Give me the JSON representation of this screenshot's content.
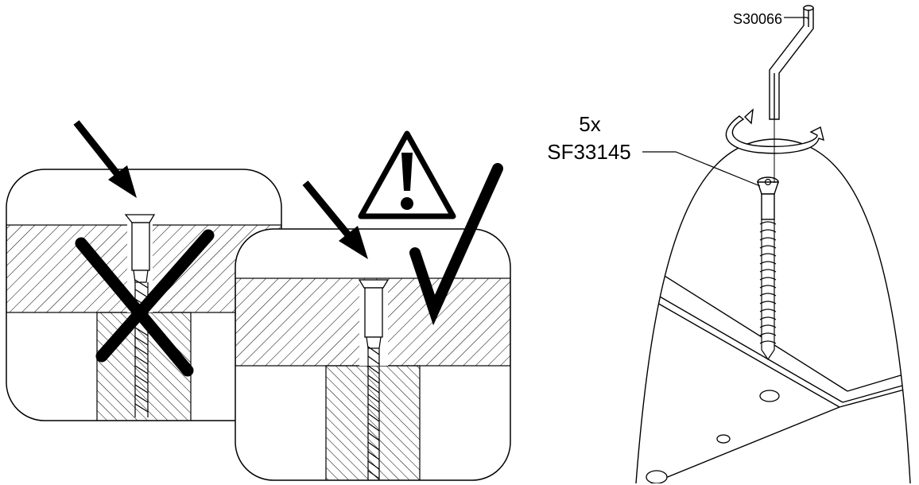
{
  "tool_part": "S30066",
  "screw_quantity": "5x",
  "screw_part": "SF33145",
  "wrong_mark": "cross",
  "correct_mark": "check",
  "warning_symbol": "exclamation-triangle",
  "colors": {
    "ink": "#000000",
    "paper": "#ffffff"
  }
}
